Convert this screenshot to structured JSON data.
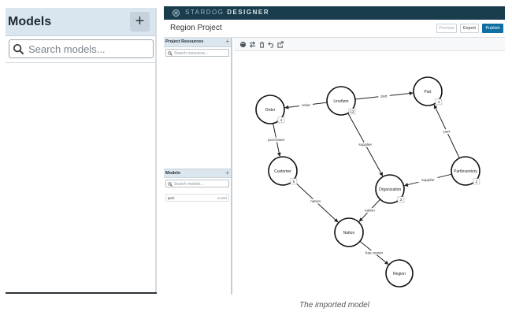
{
  "zoom_panel": {
    "title": "Models",
    "add_symbol": "+",
    "search_placeholder": "Search models..."
  },
  "app": {
    "brand_prefix": "STARDOG ",
    "brand_name": "DESIGNER",
    "project_title": "Region Project",
    "buttons": {
      "preview": "Preview",
      "export": "Export",
      "publish": "Publish"
    },
    "sidebar": {
      "resources": {
        "title": "Project Resources",
        "add": "+",
        "search_placeholder": "Search resources..."
      },
      "models": {
        "title": "Models",
        "add": "+",
        "search_placeholder": "Search models...",
        "items": [
          {
            "name": "tpch",
            "kind": "model"
          }
        ]
      }
    },
    "toolbar_icons": [
      "palette-icon",
      "layout-icon",
      "trash-icon",
      "undo-icon",
      "redo-icon"
    ],
    "colors": {
      "topbar": "#1a3d4e",
      "publish": "#0f6fa3",
      "panel_header": "#d9e6f0"
    },
    "graph": {
      "nodes": [
        {
          "id": "order",
          "label": "Order",
          "badge": "4"
        },
        {
          "id": "lineitem",
          "label": "LineItem",
          "badge": "12"
        },
        {
          "id": "part",
          "label": "Part",
          "badge": "4"
        },
        {
          "id": "customer",
          "label": "Customer",
          "badge": "5"
        },
        {
          "id": "organization",
          "label": "Organization",
          "badge": "3"
        },
        {
          "id": "partinventory",
          "label": "PartInventory",
          "badge": "2"
        },
        {
          "id": "nation",
          "label": "Nation",
          "badge": ""
        },
        {
          "id": "region",
          "label": "Region",
          "badge": ""
        }
      ],
      "edges": [
        {
          "from": "lineitem",
          "to": "order",
          "label": "order"
        },
        {
          "from": "lineitem",
          "to": "part",
          "label": "part"
        },
        {
          "from": "order",
          "to": "customer",
          "label": "purchaser"
        },
        {
          "from": "lineitem",
          "to": "organization",
          "label": "supplier"
        },
        {
          "from": "partinventory",
          "to": "part",
          "label": "part"
        },
        {
          "from": "partinventory",
          "to": "organization",
          "label": "supplier"
        },
        {
          "from": "customer",
          "to": "nation",
          "label": "nation"
        },
        {
          "from": "organization",
          "to": "nation",
          "label": "nation"
        },
        {
          "from": "nation",
          "to": "region",
          "label": "has region"
        }
      ]
    }
  },
  "caption": "The imported model"
}
